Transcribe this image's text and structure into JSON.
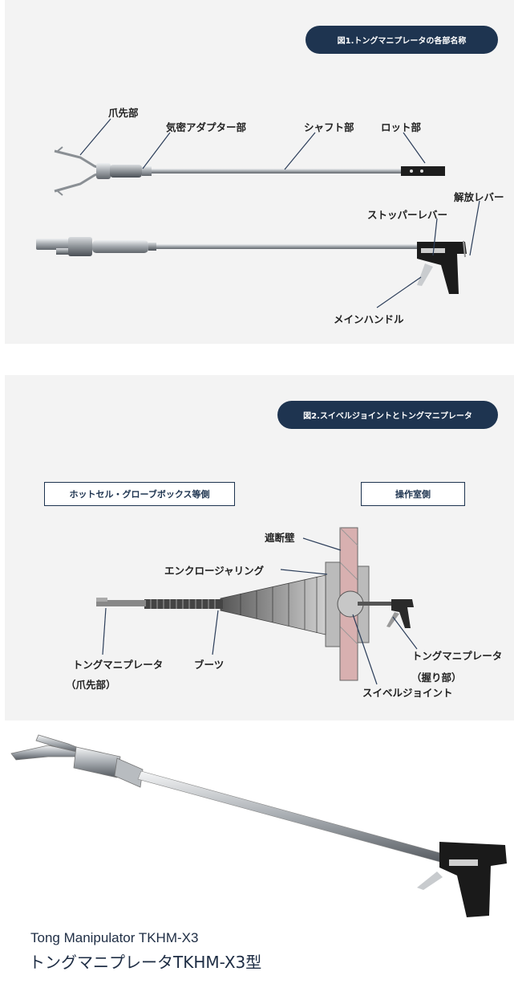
{
  "figure1": {
    "title": "図1.トングマニプレータの各部名称",
    "labels": {
      "claw": "爪先部",
      "adapter": "気密アダプター部",
      "shaft": "シャフト部",
      "rod": "ロット部",
      "release_lever": "解放レバー",
      "stopper_lever": "ストッパーレバー",
      "main_handle": "メインハンドル"
    }
  },
  "figure2": {
    "title": "図2.スイベルジョイントとトングマニプレータ",
    "side_left": "ホットセル・グローブボックス等側",
    "side_right": "操作室側",
    "labels": {
      "wall": "遮断壁",
      "enclosure_ring": "エンクロージャリング",
      "tong_claw_line1": "トングマニプレータ",
      "tong_claw_line2": "（爪先部）",
      "boots": "ブーツ",
      "tong_grip_line1": "トングマニプレータ",
      "tong_grip_line2": "（握り部）",
      "swivel": "スイベルジョイント"
    }
  },
  "product": {
    "name_en": "Tong Manipulator TKHM-X3",
    "name_ja": "トングマニプレータTKHM-X3型"
  },
  "colors": {
    "navy": "#1e3450",
    "panel_bg": "#f3f3f3",
    "metal": "#b8bcc0",
    "handle": "#1a1a1a"
  }
}
